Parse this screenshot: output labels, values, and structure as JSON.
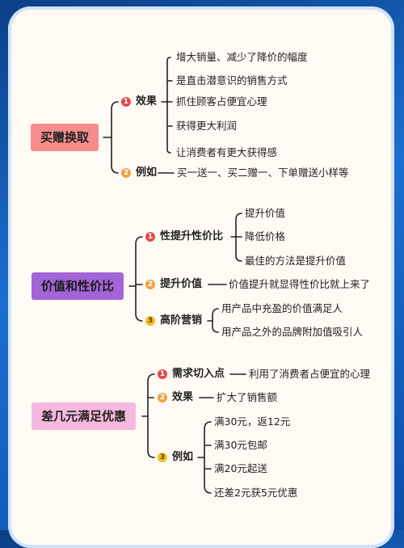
{
  "sections": [
    {
      "title": "买赠换取",
      "branches": [
        {
          "num": "1",
          "label": "效果",
          "items": [
            "增大销量、减少了降价的幅度",
            "是直击潜意识的销售方式",
            "抓住顾客占便宜心理",
            "获得更大利润",
            "让消费者有更大获得感"
          ]
        },
        {
          "num": "2",
          "label": "例如",
          "items": [
            "买一送一、买二赠一、下单赠送小样等"
          ]
        }
      ]
    },
    {
      "title": "价值和性价比",
      "branches": [
        {
          "num": "1",
          "label": "性提升性价比",
          "items": [
            "提升价值",
            "降低价格",
            "最佳的方法是提升价值"
          ]
        },
        {
          "num": "2",
          "label": "提升价值",
          "items": [
            "价值提升就显得性价比就上来了"
          ]
        },
        {
          "num": "3",
          "label": "高阶营销",
          "items": [
            "用产品中充盈的价值满足人",
            "用产品之外的品牌附加值吸引人"
          ]
        }
      ]
    },
    {
      "title": "差几元满足优惠",
      "branches": [
        {
          "num": "1",
          "label": "需求切入点",
          "items": [
            "利用了消费者占便宜的心理"
          ]
        },
        {
          "num": "2",
          "label": "效果",
          "items": [
            "扩大了销售额"
          ]
        },
        {
          "num": "3",
          "label": "例如",
          "items": [
            "满30元，返12元",
            "满30元包邮",
            "满20元起送",
            "还差2元获5元优惠"
          ]
        }
      ]
    }
  ]
}
